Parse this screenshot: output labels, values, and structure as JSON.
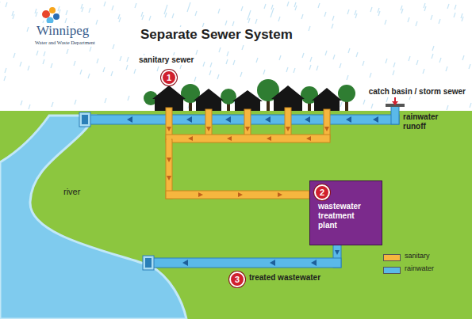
{
  "diagram": {
    "title": "Separate Sewer System",
    "nodes": [
      {
        "text": [
          "wastewater treatment plant"
        ]
      }
    ],
    "labels": [
      "Winnipeg",
      "Water and Waste Department",
      "1",
      "sanitary sewer",
      "catch basin / storm sewer",
      "rainwater runoff",
      "river",
      "2",
      "3",
      "treated wastewater"
    ],
    "legend": [
      {
        "text": "sanitary",
        "color": "#f6b63f"
      },
      {
        "text": "rainwater",
        "color": "#5ab9e9"
      }
    ]
  }
}
